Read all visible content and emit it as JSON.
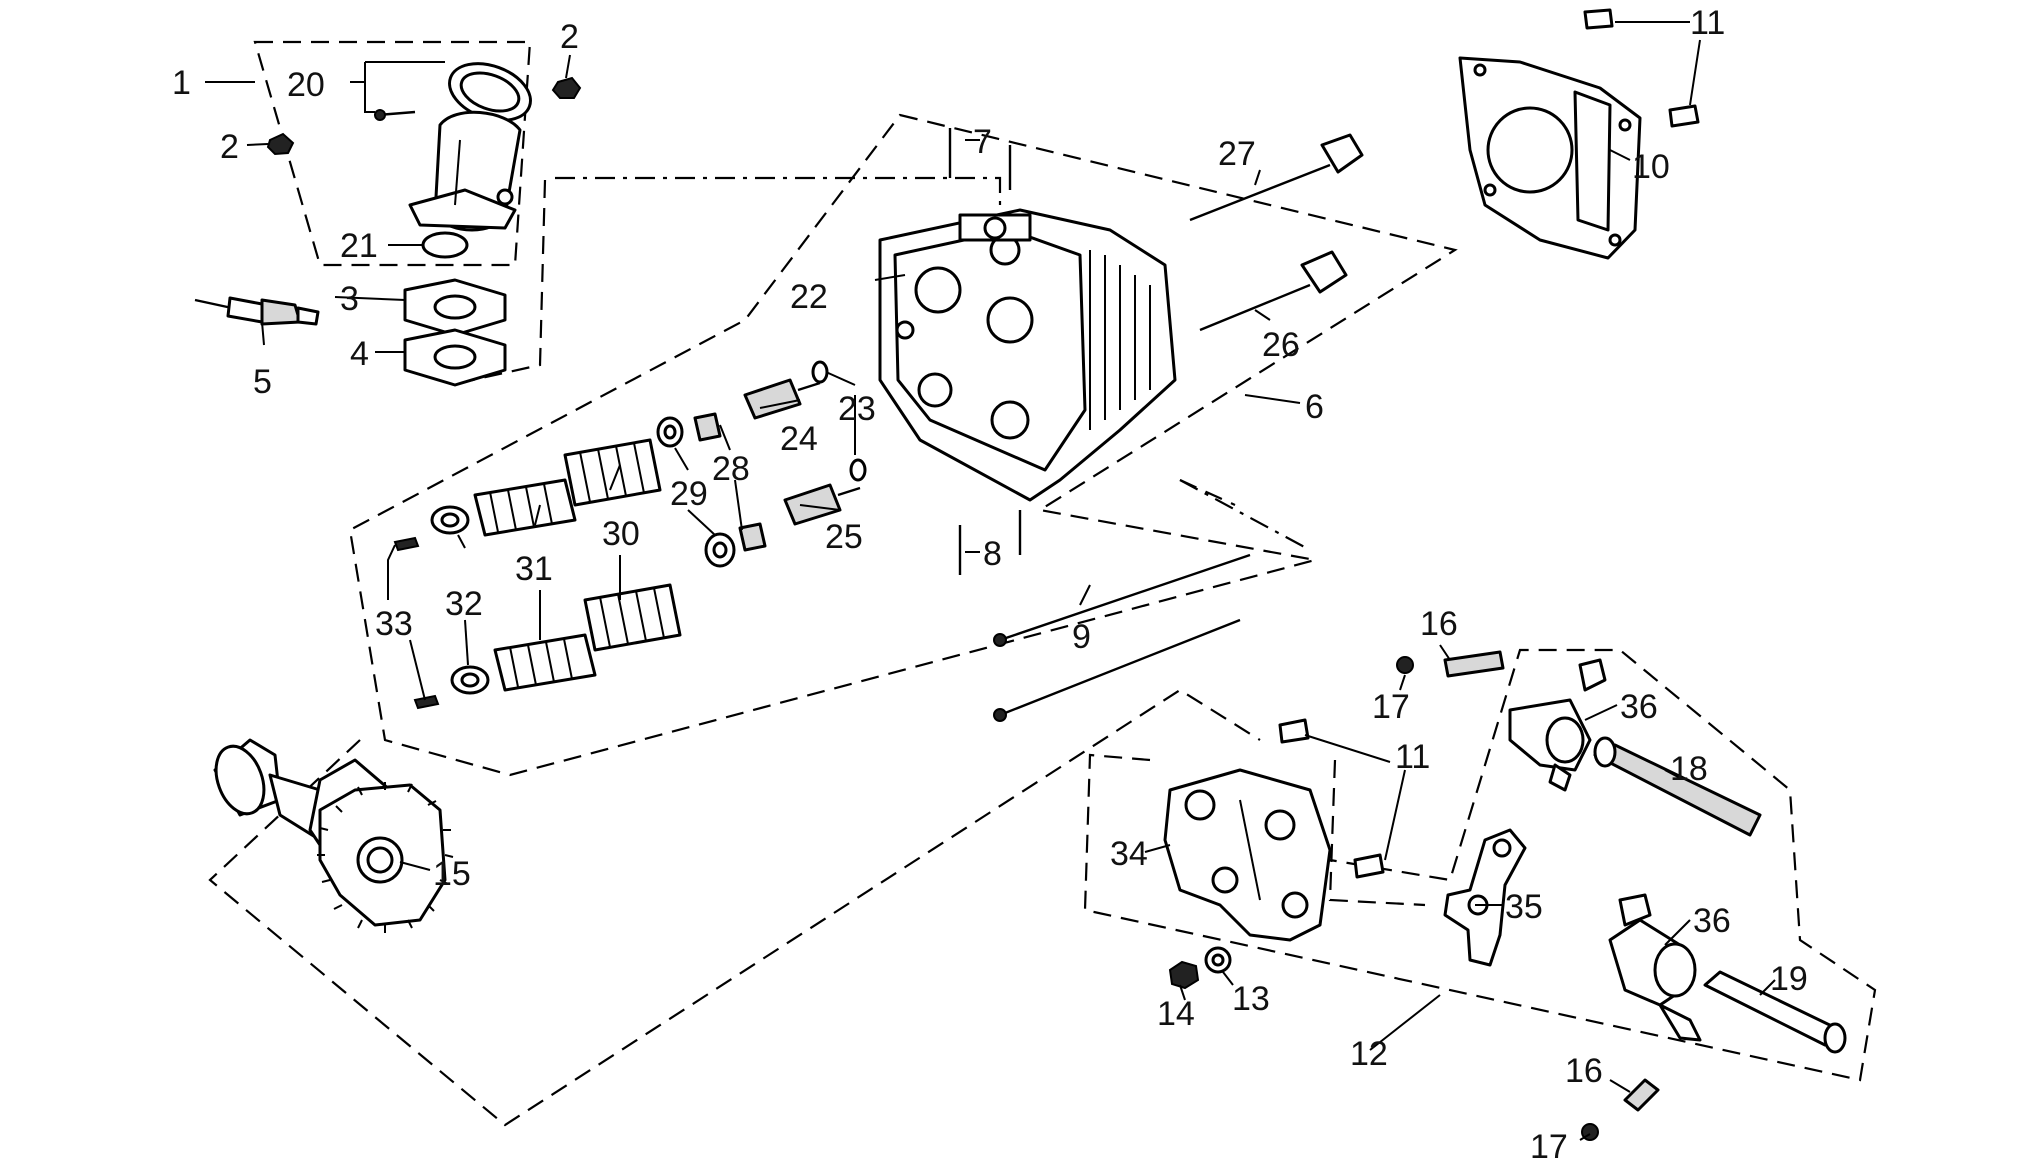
{
  "callouts": [
    {
      "id": "c1",
      "text": "1"
    },
    {
      "id": "c2a",
      "text": "2"
    },
    {
      "id": "c2b",
      "text": "2"
    },
    {
      "id": "c3",
      "text": "3"
    },
    {
      "id": "c4",
      "text": "4"
    },
    {
      "id": "c5",
      "text": "5"
    },
    {
      "id": "c6",
      "text": "6"
    },
    {
      "id": "c7",
      "text": "7"
    },
    {
      "id": "c8",
      "text": "8"
    },
    {
      "id": "c9",
      "text": "9"
    },
    {
      "id": "c10",
      "text": "10"
    },
    {
      "id": "c11a",
      "text": "11"
    },
    {
      "id": "c11b",
      "text": "11"
    },
    {
      "id": "c12",
      "text": "12"
    },
    {
      "id": "c13",
      "text": "13"
    },
    {
      "id": "c14",
      "text": "14"
    },
    {
      "id": "c15",
      "text": "15"
    },
    {
      "id": "c16a",
      "text": "16"
    },
    {
      "id": "c16b",
      "text": "16"
    },
    {
      "id": "c17a",
      "text": "17"
    },
    {
      "id": "c17b",
      "text": "17"
    },
    {
      "id": "c18",
      "text": "18"
    },
    {
      "id": "c19",
      "text": "19"
    },
    {
      "id": "c20",
      "text": "20"
    },
    {
      "id": "c21",
      "text": "21"
    },
    {
      "id": "c22",
      "text": "22"
    },
    {
      "id": "c23",
      "text": "23"
    },
    {
      "id": "c24",
      "text": "24"
    },
    {
      "id": "c25",
      "text": "25"
    },
    {
      "id": "c26",
      "text": "26"
    },
    {
      "id": "c27",
      "text": "27"
    },
    {
      "id": "c28",
      "text": "28"
    },
    {
      "id": "c29",
      "text": "29"
    },
    {
      "id": "c30",
      "text": "30"
    },
    {
      "id": "c31",
      "text": "31"
    },
    {
      "id": "c32",
      "text": "32"
    },
    {
      "id": "c33",
      "text": "33"
    },
    {
      "id": "c34",
      "text": "34"
    },
    {
      "id": "c35",
      "text": "35"
    },
    {
      "id": "c36a",
      "text": "36"
    },
    {
      "id": "c36b",
      "text": "36"
    }
  ]
}
